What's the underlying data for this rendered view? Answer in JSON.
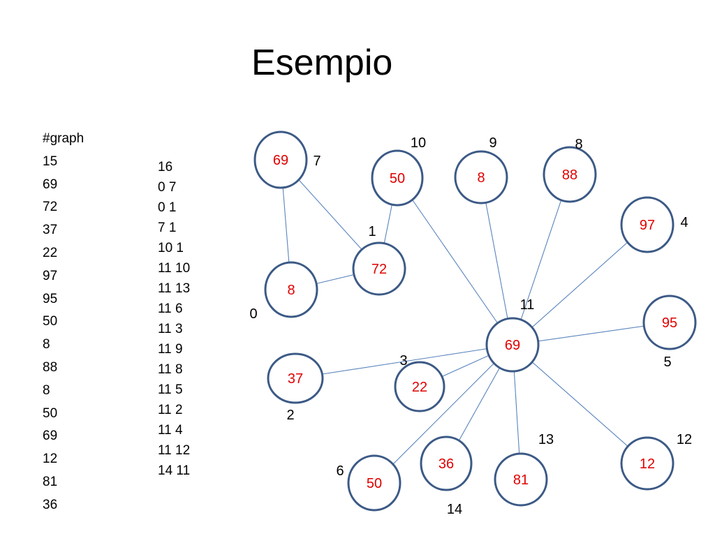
{
  "slide": {
    "title": "Esempio"
  },
  "file_listing": {
    "vertices_block": [
      "#graph",
      "15",
      "69",
      "72",
      "37",
      "22",
      "97",
      "95",
      "50",
      "8",
      "88",
      "8",
      "50",
      "69",
      "12",
      "81",
      "36"
    ],
    "edges_block": [
      "16",
      "0 7",
      "0 1",
      "7 1",
      "10 1",
      "11 10",
      "11 13",
      "11 6",
      "11 3",
      "11 9",
      "11 8",
      "11 5",
      "11 2",
      "11 4",
      "11 12",
      "14 11"
    ]
  },
  "graph": {
    "node_stroke_color": "#3c5a86",
    "edge_color": "#5a84bd",
    "value_color": "#e00000",
    "index_color": "#000000",
    "nodes": [
      {
        "index": "0",
        "value": "8"
      },
      {
        "index": "1",
        "value": "72"
      },
      {
        "index": "2",
        "value": "37"
      },
      {
        "index": "3",
        "value": "22"
      },
      {
        "index": "4",
        "value": "97"
      },
      {
        "index": "5",
        "value": "95"
      },
      {
        "index": "6",
        "value": "50"
      },
      {
        "index": "7",
        "value": "69"
      },
      {
        "index": "8",
        "value": "88"
      },
      {
        "index": "9",
        "value": "8"
      },
      {
        "index": "10",
        "value": "50"
      },
      {
        "index": "11",
        "value": "69"
      },
      {
        "index": "12",
        "value": "12"
      },
      {
        "index": "13",
        "value": "81"
      },
      {
        "index": "14",
        "value": "36"
      }
    ],
    "edges": [
      [
        0,
        7
      ],
      [
        0,
        1
      ],
      [
        7,
        1
      ],
      [
        10,
        1
      ],
      [
        11,
        10
      ],
      [
        11,
        13
      ],
      [
        11,
        6
      ],
      [
        11,
        3
      ],
      [
        11,
        9
      ],
      [
        11,
        8
      ],
      [
        11,
        5
      ],
      [
        11,
        2
      ],
      [
        11,
        4
      ],
      [
        11,
        12
      ],
      [
        14,
        11
      ]
    ]
  }
}
